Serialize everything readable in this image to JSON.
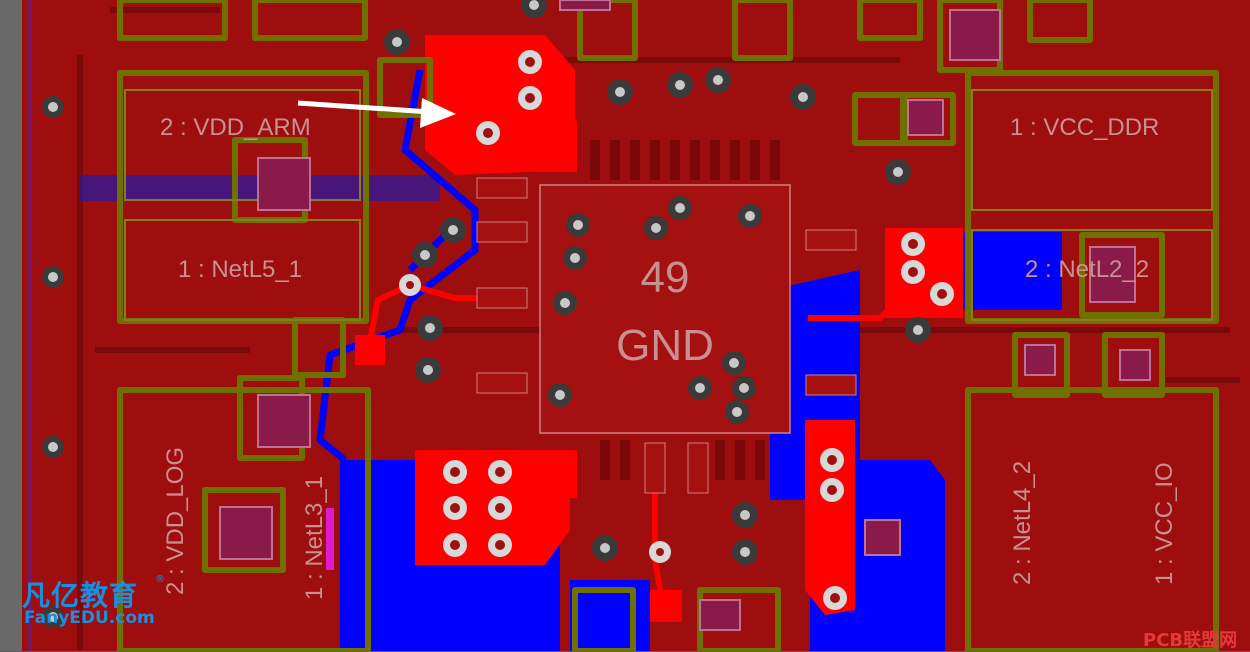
{
  "colors": {
    "board": "#9e0e0e",
    "copper_top": "#ff0000",
    "copper_bottom": "#0000ff",
    "silkscreen": "#707000",
    "pad_mark": "#c0c0c0",
    "purple_edge": "#6a1a7a"
  },
  "components": {
    "vdd_arm": "2 : VDD_ARM",
    "vcc_ddr": "1 : VCC_DDR",
    "netl5_1": "1 : NetL5_1",
    "netl2_2": "2 : NetL2_2",
    "vdd_log": "2 : VDD_LOG",
    "netl3_1": "1 : NetL3_1",
    "netl4_2": "2 : NetL4_2",
    "vcc_io": "1 : VCC_IO",
    "center_pad_number": "49",
    "center_pad_net": "GND"
  },
  "watermark": {
    "brand_cn": "凡亿教育",
    "registered": "®",
    "brand_en": "FanyEDU.com",
    "corner": "PCB联盟网"
  },
  "annotation": {
    "arrow_icon": "arrow-right-icon"
  }
}
